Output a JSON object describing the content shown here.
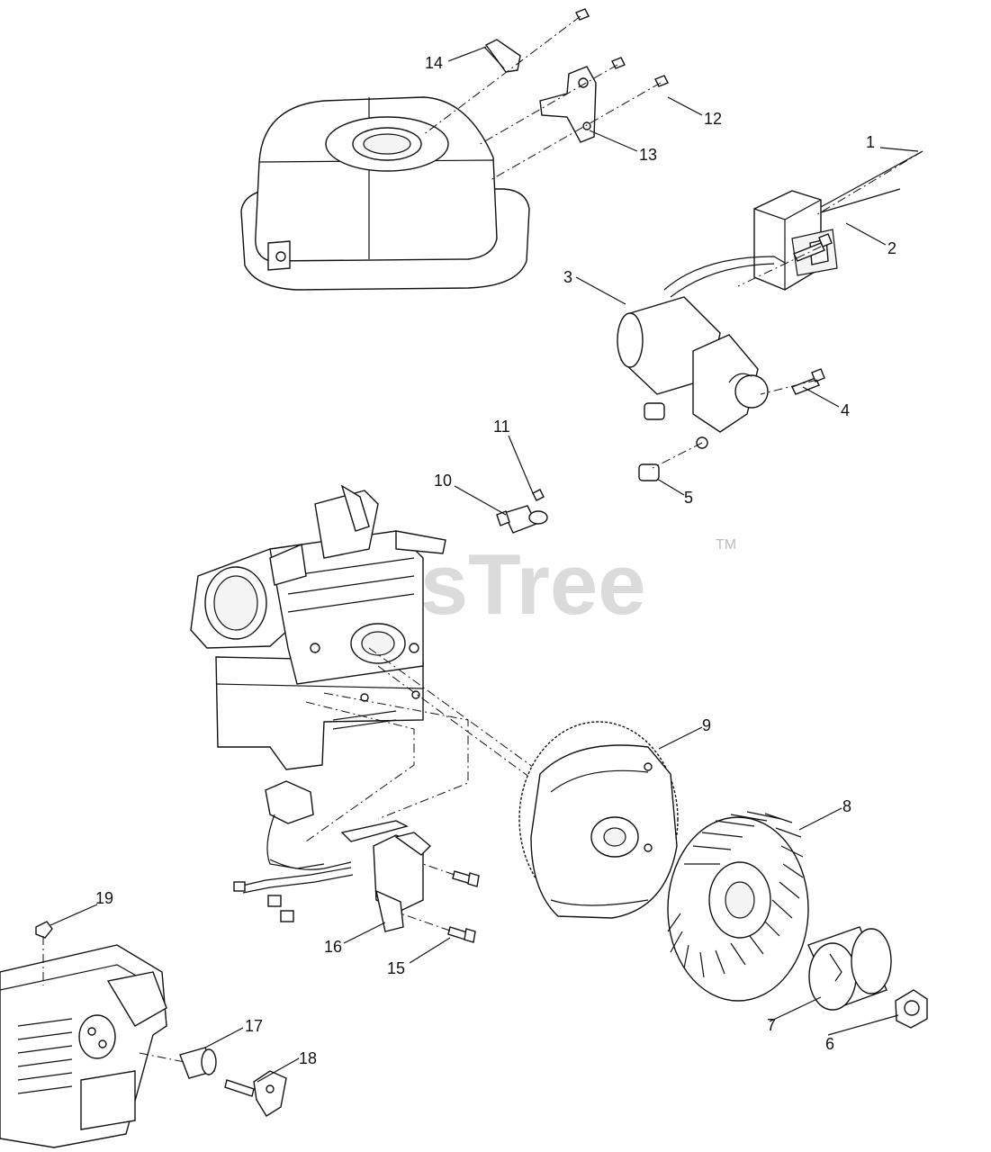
{
  "watermark": {
    "text": "PartsTree",
    "tm": "TM"
  },
  "callouts": {
    "c1": "1",
    "c2": "2",
    "c3": "3",
    "c4": "4",
    "c5": "5",
    "c6": "6",
    "c7": "7",
    "c8": "8",
    "c9": "9",
    "c10": "10",
    "c11": "11",
    "c12": "12",
    "c13": "13",
    "c14": "14",
    "c15": "15",
    "c16": "16",
    "c17": "17",
    "c18": "18",
    "c19": "19"
  }
}
